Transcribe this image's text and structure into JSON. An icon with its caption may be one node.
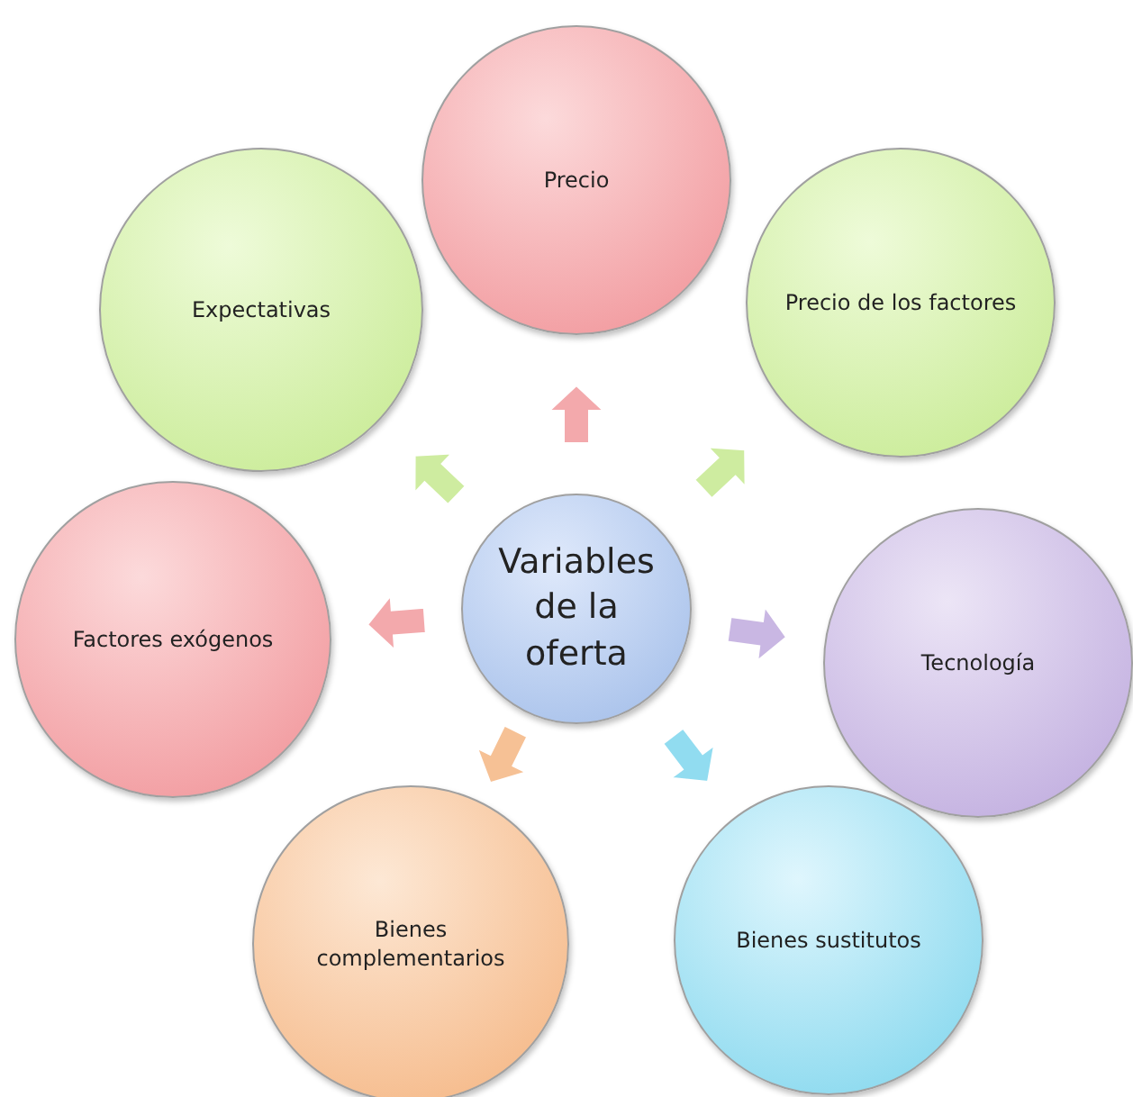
{
  "diagram": {
    "nodes": [
      {
        "text": [
          "Variables de la oferta"
        ]
      },
      {
        "text": [
          "Precio"
        ]
      },
      {
        "text": [
          "Precio de los factores"
        ]
      },
      {
        "text": [
          "Tecnología"
        ]
      },
      {
        "text": [
          "Bienes sustitutos"
        ]
      },
      {
        "text": [
          "Bienes complementarios"
        ]
      },
      {
        "text": [
          "Factores exógenos"
        ]
      },
      {
        "text": [
          "Expectativas"
        ]
      }
    ],
    "edges": [
      {
        "from": 0,
        "to": 1,
        "arrow": "to",
        "color": "#f2a0a4"
      },
      {
        "from": 0,
        "to": 2,
        "arrow": "to",
        "color": "#c9eb96"
      },
      {
        "from": 0,
        "to": 3,
        "arrow": "to",
        "color": "#c4b0e0"
      },
      {
        "from": 0,
        "to": 4,
        "arrow": "to",
        "color": "#86d9ef"
      },
      {
        "from": 0,
        "to": 5,
        "arrow": "to",
        "color": "#f6bb8a"
      },
      {
        "from": 0,
        "to": 6,
        "arrow": "to",
        "color": "#f2a0a4"
      },
      {
        "from": 0,
        "to": 7,
        "arrow": "to",
        "color": "#c9eb96"
      }
    ]
  }
}
